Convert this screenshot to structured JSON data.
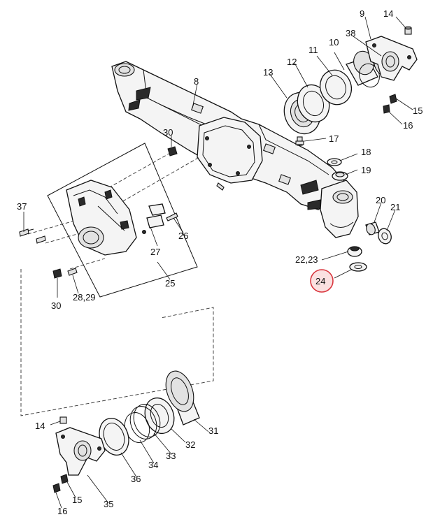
{
  "diagram": {
    "highlight_color": "#d9363e",
    "labels": {
      "p8": "8",
      "p9": "9",
      "p14_top": "14",
      "p38": "38",
      "p11": "11",
      "p10": "10",
      "p12": "12",
      "p13": "13",
      "p15_top": "15",
      "p16_top": "16",
      "p17": "17",
      "p18": "18",
      "p19": "19",
      "p30_top": "30",
      "p20": "20",
      "p21": "21",
      "p37": "37",
      "p26": "26",
      "p27": "27",
      "p25": "25",
      "p22_23": "22,23",
      "p24": "24",
      "p30_bottom": "30",
      "p28_29": "28,29",
      "p14_bottom": "14",
      "p31": "31",
      "p32": "32",
      "p33": "33",
      "p34": "34",
      "p36": "36",
      "p15_bottom": "15",
      "p16_bottom": "16",
      "p35": "35"
    }
  }
}
